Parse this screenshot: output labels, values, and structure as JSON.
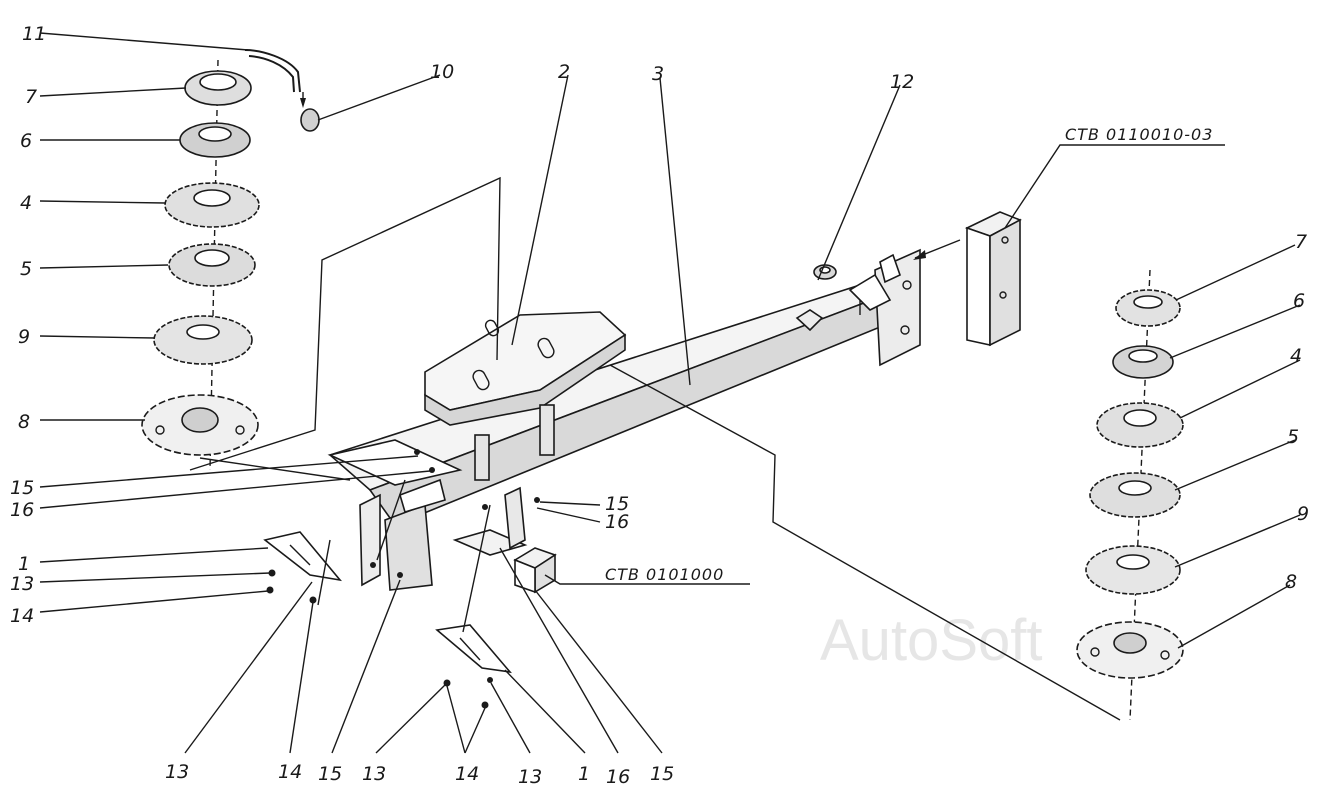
{
  "diagram": {
    "watermark": "AutoSoft",
    "assembly_codes": {
      "left_cap": "СТВ 0101000",
      "right_cap": "СТВ 0110010-03"
    },
    "callouts": {
      "c11": "11",
      "c7a": "7",
      "c6a": "6",
      "c4a": "4",
      "c5a": "5",
      "c9a": "9",
      "c8a": "8",
      "c10": "10",
      "c2": "2",
      "c3": "3",
      "c12": "12",
      "c7b": "7",
      "c6b": "6",
      "c4b": "4",
      "c5b": "5",
      "c9b": "9",
      "c8b": "8",
      "c15a": "15",
      "c16a": "16",
      "c1a": "1",
      "c13a": "13",
      "c14a": "14",
      "c15b": "15",
      "c16b": "16",
      "c13b": "13",
      "c14b": "14",
      "c15c": "15",
      "c13c": "13",
      "c14c": "14",
      "c13d": "13",
      "c1b": "1",
      "c16c": "16",
      "c15d": "15"
    },
    "colors": {
      "ink": "#1a1a1a",
      "paper": "#ffffff",
      "shade": "#c8c8c8",
      "watermark": "#e6e6e6"
    }
  }
}
